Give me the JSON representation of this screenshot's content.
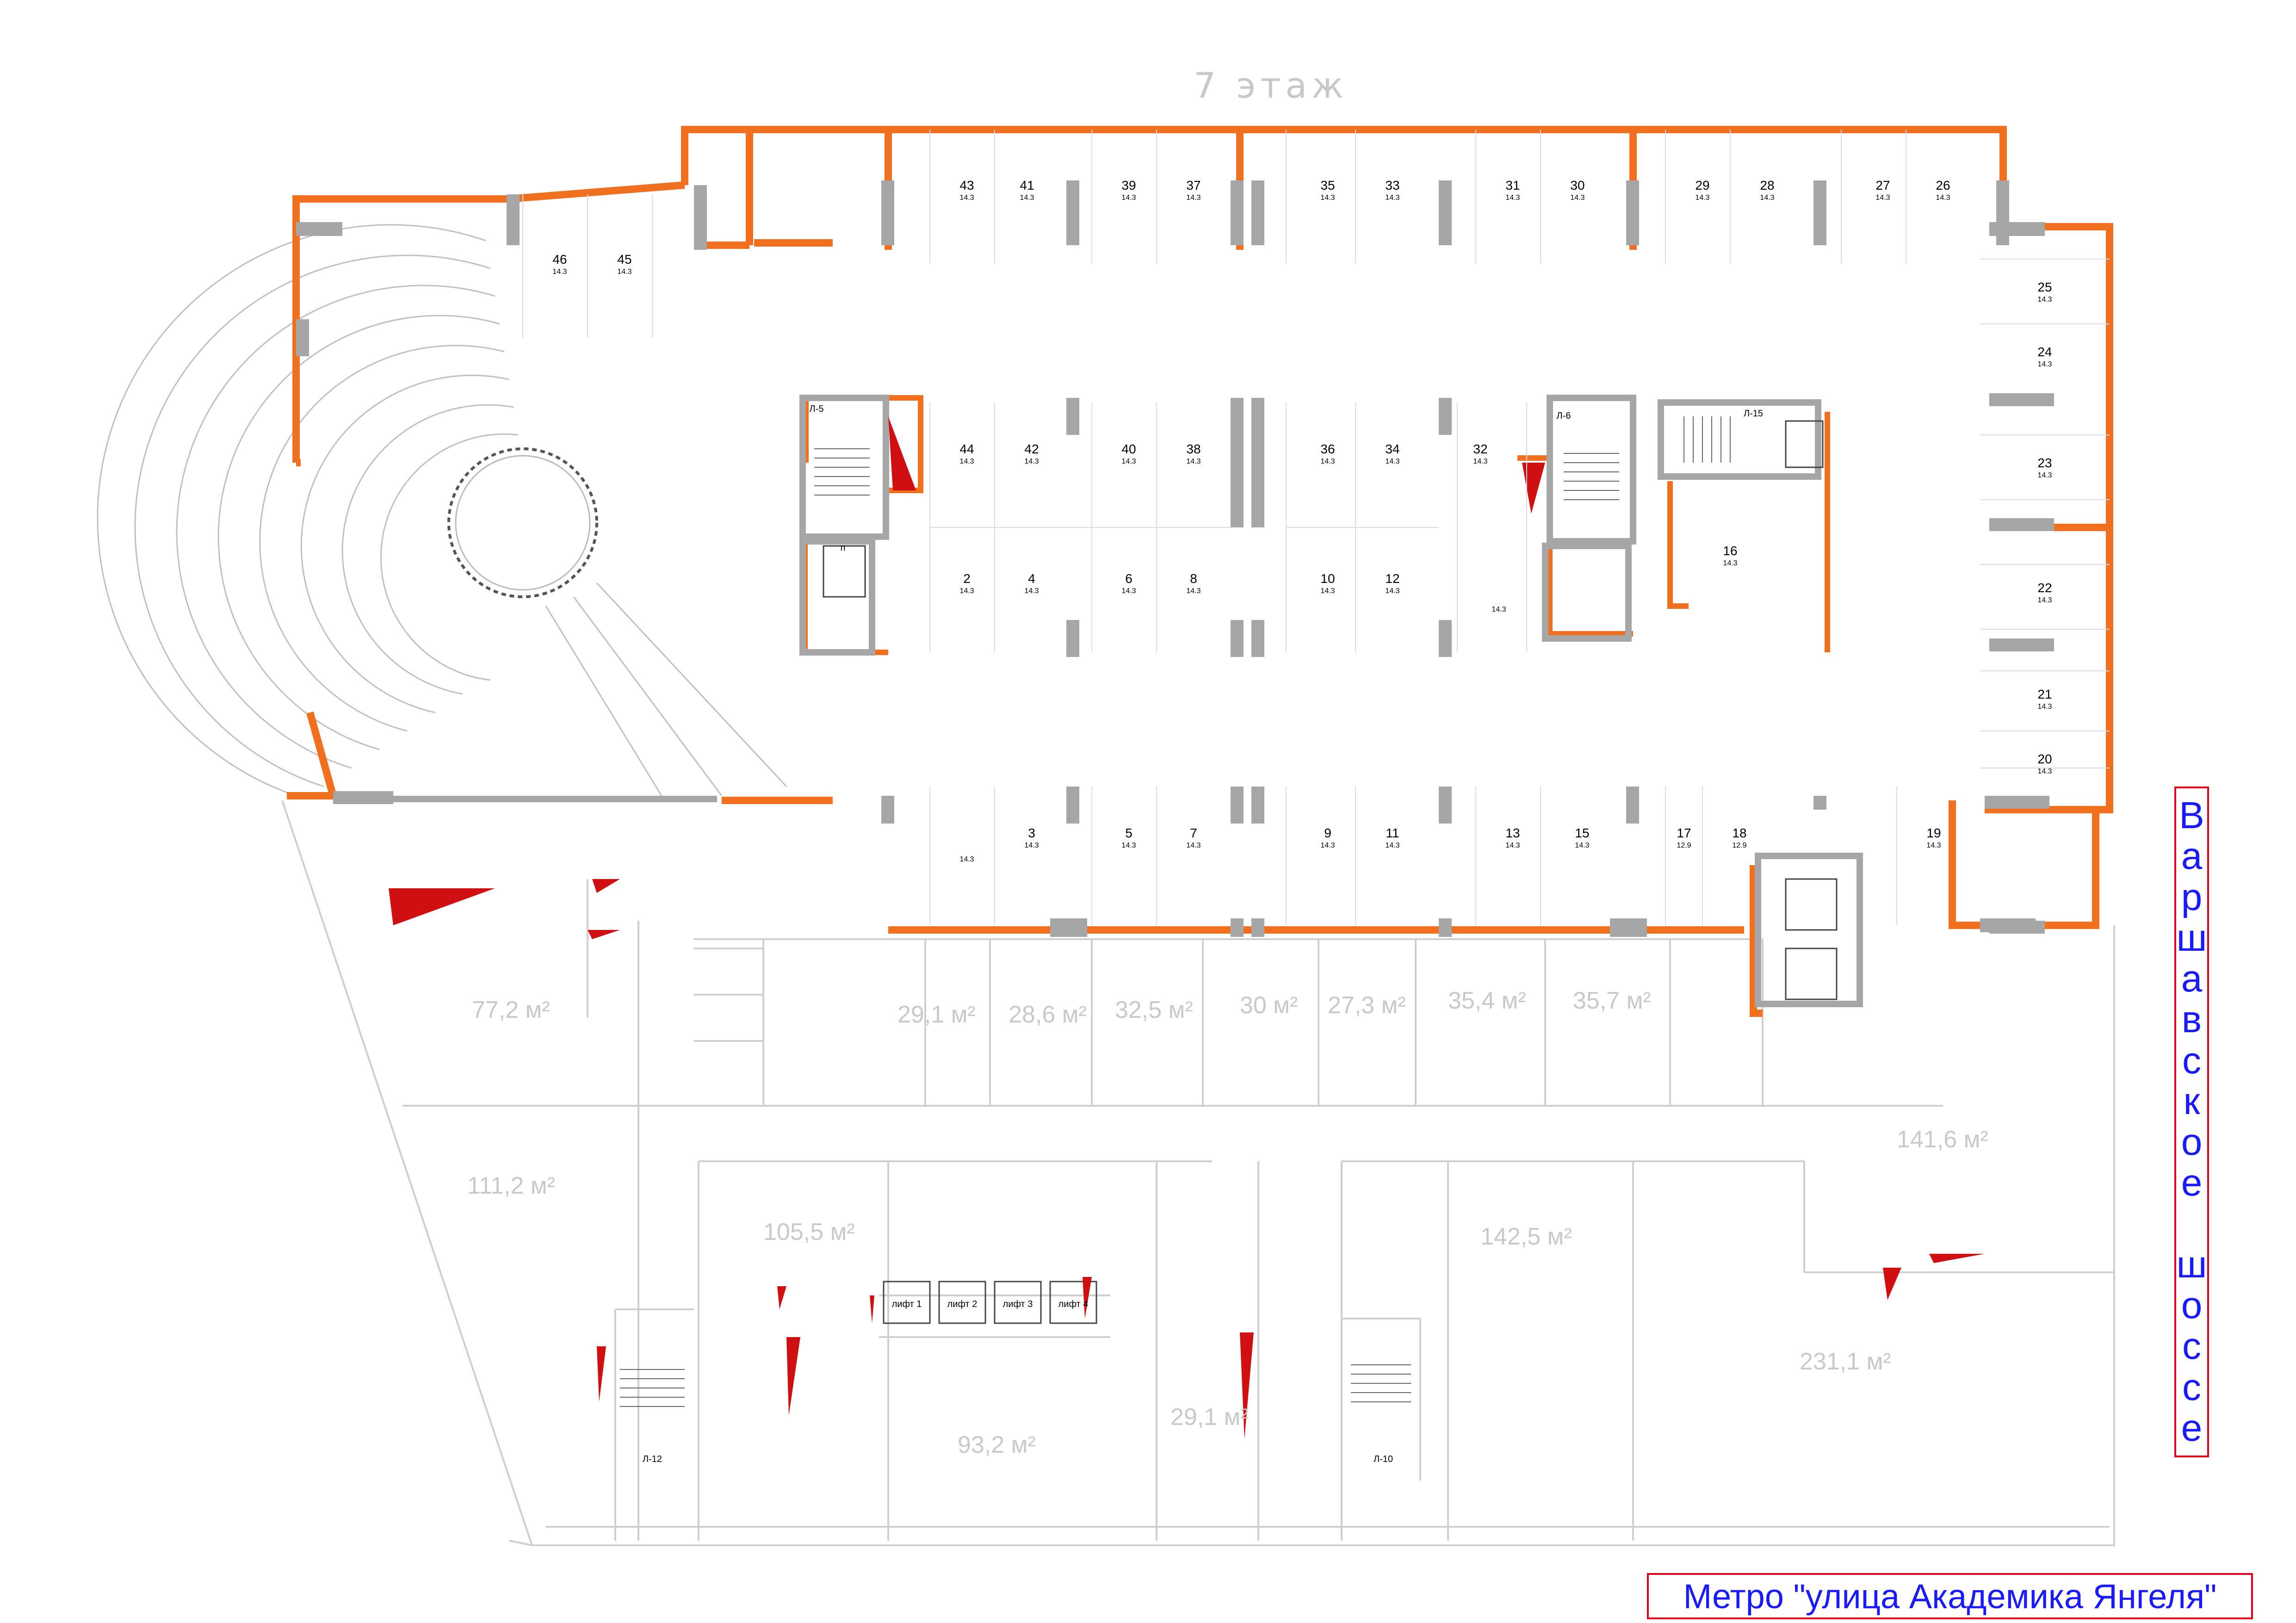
{
  "floor_title": "7 этаж",
  "street_sign": [
    "В",
    "а",
    "р",
    "ш",
    "а",
    "в",
    "с",
    "к",
    "о",
    "е",
    "",
    "ш",
    "о",
    "с",
    "с",
    "е"
  ],
  "metro_sign": "Метро \"улица Академика Янгеля\"",
  "parking_spots": [
    {
      "num": "43",
      "area": "14.3"
    },
    {
      "num": "41",
      "area": "14.3"
    },
    {
      "num": "39",
      "area": "14.3"
    },
    {
      "num": "37",
      "area": "14.3"
    },
    {
      "num": "35",
      "area": "14.3"
    },
    {
      "num": "33",
      "area": "14.3"
    },
    {
      "num": "31",
      "area": "14.3"
    },
    {
      "num": "30",
      "area": "14.3"
    },
    {
      "num": "29",
      "area": "14.3"
    },
    {
      "num": "28",
      "area": "14.3"
    },
    {
      "num": "27",
      "area": "14.3"
    },
    {
      "num": "26",
      "area": "14.3"
    },
    {
      "num": "46",
      "area": "14.3"
    },
    {
      "num": "45",
      "area": "14.3"
    },
    {
      "num": "25",
      "area": "14.3"
    },
    {
      "num": "24",
      "area": "14.3"
    },
    {
      "num": "23",
      "area": "14.3"
    },
    {
      "num": "22",
      "area": "14.3"
    },
    {
      "num": "21",
      "area": "14.3"
    },
    {
      "num": "20",
      "area": "14.3"
    },
    {
      "num": "44",
      "area": "14.3"
    },
    {
      "num": "42",
      "area": "14.3"
    },
    {
      "num": "40",
      "area": "14.3"
    },
    {
      "num": "38",
      "area": "14.3"
    },
    {
      "num": "36",
      "area": "14.3"
    },
    {
      "num": "34",
      "area": "14.3"
    },
    {
      "num": "32",
      "area": "14.3"
    },
    {
      "num": "2",
      "area": "14.3"
    },
    {
      "num": "4",
      "area": "14.3"
    },
    {
      "num": "6",
      "area": "14.3"
    },
    {
      "num": "8",
      "area": "14.3"
    },
    {
      "num": "10",
      "area": "14.3"
    },
    {
      "num": "12",
      "area": "14.3"
    },
    {
      "num": "",
      "area": "14.3"
    },
    {
      "num": "16",
      "area": "14.3"
    },
    {
      "num": "",
      "area": "14.3"
    },
    {
      "num": "3",
      "area": "14.3"
    },
    {
      "num": "5",
      "area": "14.3"
    },
    {
      "num": "7",
      "area": "14.3"
    },
    {
      "num": "9",
      "area": "14.3"
    },
    {
      "num": "11",
      "area": "14.3"
    },
    {
      "num": "13",
      "area": "14.3"
    },
    {
      "num": "15",
      "area": "14.3"
    },
    {
      "num": "17",
      "area": "12.9"
    },
    {
      "num": "18",
      "area": "12.9"
    },
    {
      "num": "19",
      "area": "14.3"
    }
  ],
  "stair_labels": [
    "Л-5",
    "Л-6",
    "Л-15",
    "Л-12",
    "Л-10",
    "п"
  ],
  "lift_labels": [
    "лифт 1",
    "лифт 2",
    "лифт 3",
    "лифт 4"
  ],
  "room_areas": [
    "77,2 м²",
    "29,1 м²",
    "28,6 м²",
    "32,5 м²",
    "30 м²",
    "27,3 м²",
    "35,4 м²",
    "35,7 м²",
    "111,2 м²",
    "105,5 м²",
    "142,5 м²",
    "141,6 м²",
    "93,2 м²",
    "29,1 м²",
    "231,1 м²"
  ],
  "colors": {
    "wall_orange": "#f07020",
    "column_gray": "#a6a6a6",
    "sign_border": "#e0001a",
    "sign_text": "#1a1aff",
    "faint_line": "#cfcfcf",
    "fire_red": "#d01010"
  }
}
